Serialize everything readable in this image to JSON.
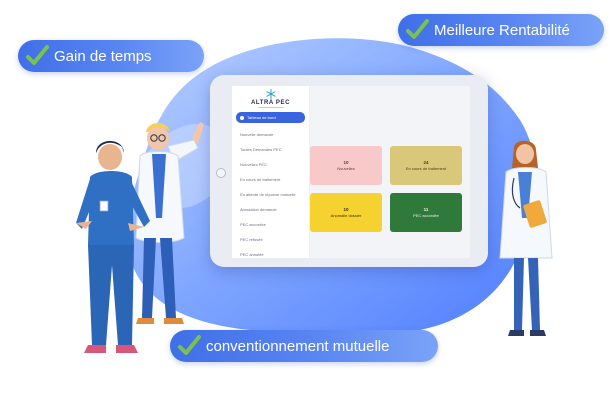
{
  "features": [
    {
      "label": "Gain de temps",
      "icon": "check-icon"
    },
    {
      "label": "Meilleure Rentabilité",
      "icon": "check-icon"
    },
    {
      "label": "conventionnement mutuelle",
      "icon": "check-icon"
    }
  ],
  "app": {
    "logo": "ALTRA PEC",
    "nav": [
      "Tableau de bord",
      "Nouvelle demande",
      "Toutes Demandes PEC",
      "Nouvelles PEC",
      "En cours de traitement",
      "En attente de réponse mutuelle",
      "Annulation demande",
      "PEC accordée",
      "PEC refusée",
      "PEC annulée"
    ],
    "cards": [
      {
        "count": "10",
        "label": "Nouvelles"
      },
      {
        "count": "24",
        "label": "En cours de traitement"
      },
      {
        "count": "10",
        "label": "Anomalie dossier"
      },
      {
        "count": "11",
        "label": "PEC accordée"
      }
    ]
  },
  "colors": {
    "accent": "#3a63e0",
    "pill": "#4f7cee",
    "check": "#7cc24a",
    "card_new": "#f7c9c9",
    "card_processing": "#d9c87a",
    "card_anomaly": "#f6d230",
    "card_granted": "#2f7a3a"
  }
}
